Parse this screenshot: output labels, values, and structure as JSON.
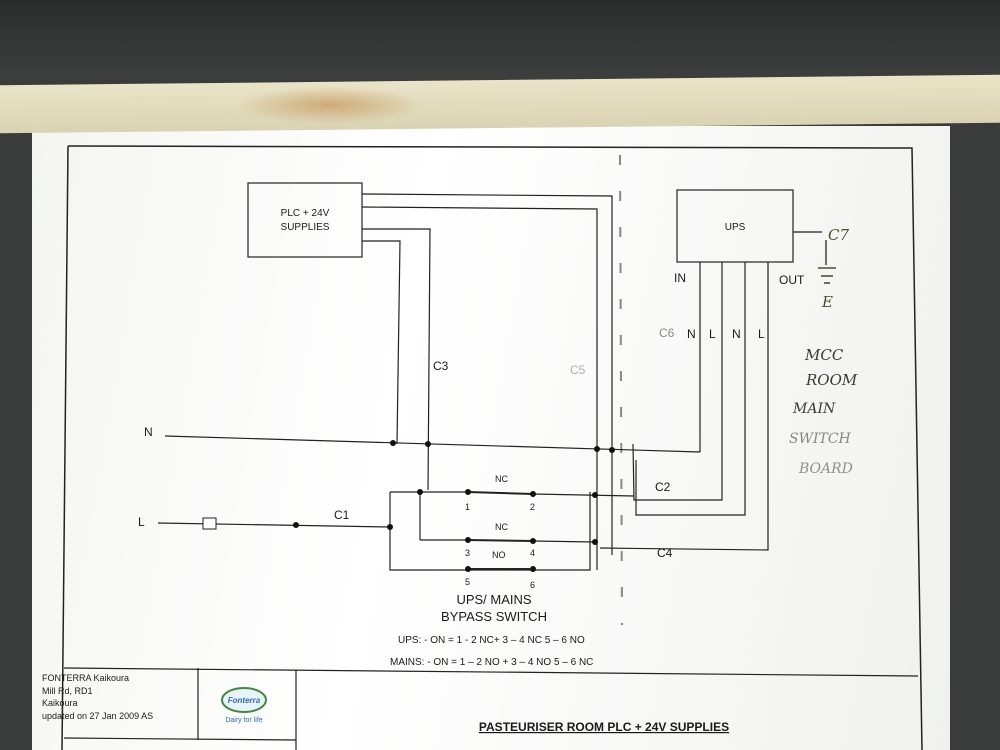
{
  "blocks": {
    "plc": [
      "PLC + 24V",
      "SUPPLIES"
    ],
    "ups": "UPS"
  },
  "ups_ports": {
    "in": "IN",
    "out": "OUT"
  },
  "ups_terminals": [
    "N",
    "L",
    "N",
    "L"
  ],
  "lines": {
    "neutral": "N",
    "live": "L"
  },
  "cables": {
    "c1": "C1",
    "c2": "C2",
    "c3": "C3",
    "c4": "C4",
    "c5": "C5",
    "c6": "C6"
  },
  "switch": {
    "contacts": [
      "1",
      "2",
      "3",
      "4",
      "5",
      "6"
    ],
    "states": [
      "NC",
      "NC",
      "NO"
    ],
    "title": [
      "UPS/ MAINS",
      "BYPASS SWITCH"
    ],
    "modes": [
      "UPS: - ON = 1 - 2 NC+ 3 – 4 NC   5 – 6 NO",
      "MAINS: - ON = 1 – 2 NO + 3 – 4 NO 5 – 6 NC"
    ]
  },
  "handwritten": {
    "c7_label": "C7",
    "earth_label": "E",
    "note": [
      "MCC",
      "ROOM",
      "MAIN",
      "SWITCH",
      "BOARD"
    ]
  },
  "title_block": {
    "company": [
      "FONTERRA Kaikoura",
      "Mill Rd, RD1",
      "Kaikoura",
      "updated on 27 Jan 2009 AS"
    ],
    "logo": "Fonterra",
    "tagline": "Dairy for life",
    "drawing_title": "PASTEURISER ROOM PLC + 24V SUPPLIES"
  },
  "colors": {
    "ink": "#1a1a1a",
    "pencil": "#4b4f33",
    "paper": "#ffffff",
    "tape": "#e3ddbf",
    "logo": "#2c6fb0"
  }
}
